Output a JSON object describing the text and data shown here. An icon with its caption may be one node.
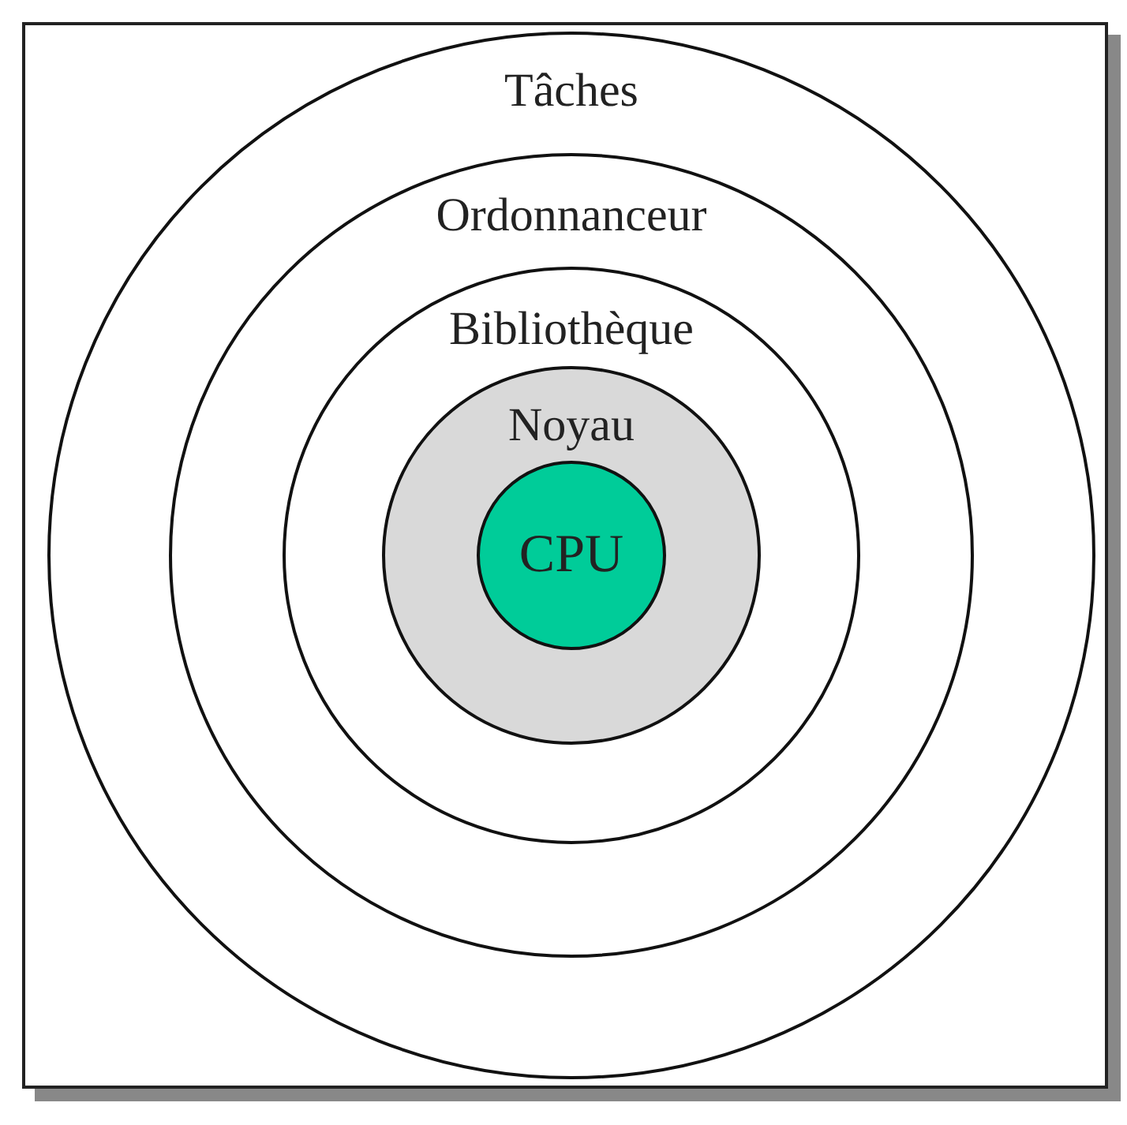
{
  "diagram": {
    "nodes": [
      {
        "text": [
          "Tâches"
        ]
      },
      {
        "text": [
          "Ordonnanceur"
        ],
        "in": 0
      },
      {
        "text": [
          "Bibliothèque"
        ],
        "in": 1
      },
      {
        "text": [
          "Noyau"
        ],
        "in": 2
      },
      {
        "text": [
          "CPU"
        ],
        "in": 3
      }
    ]
  }
}
